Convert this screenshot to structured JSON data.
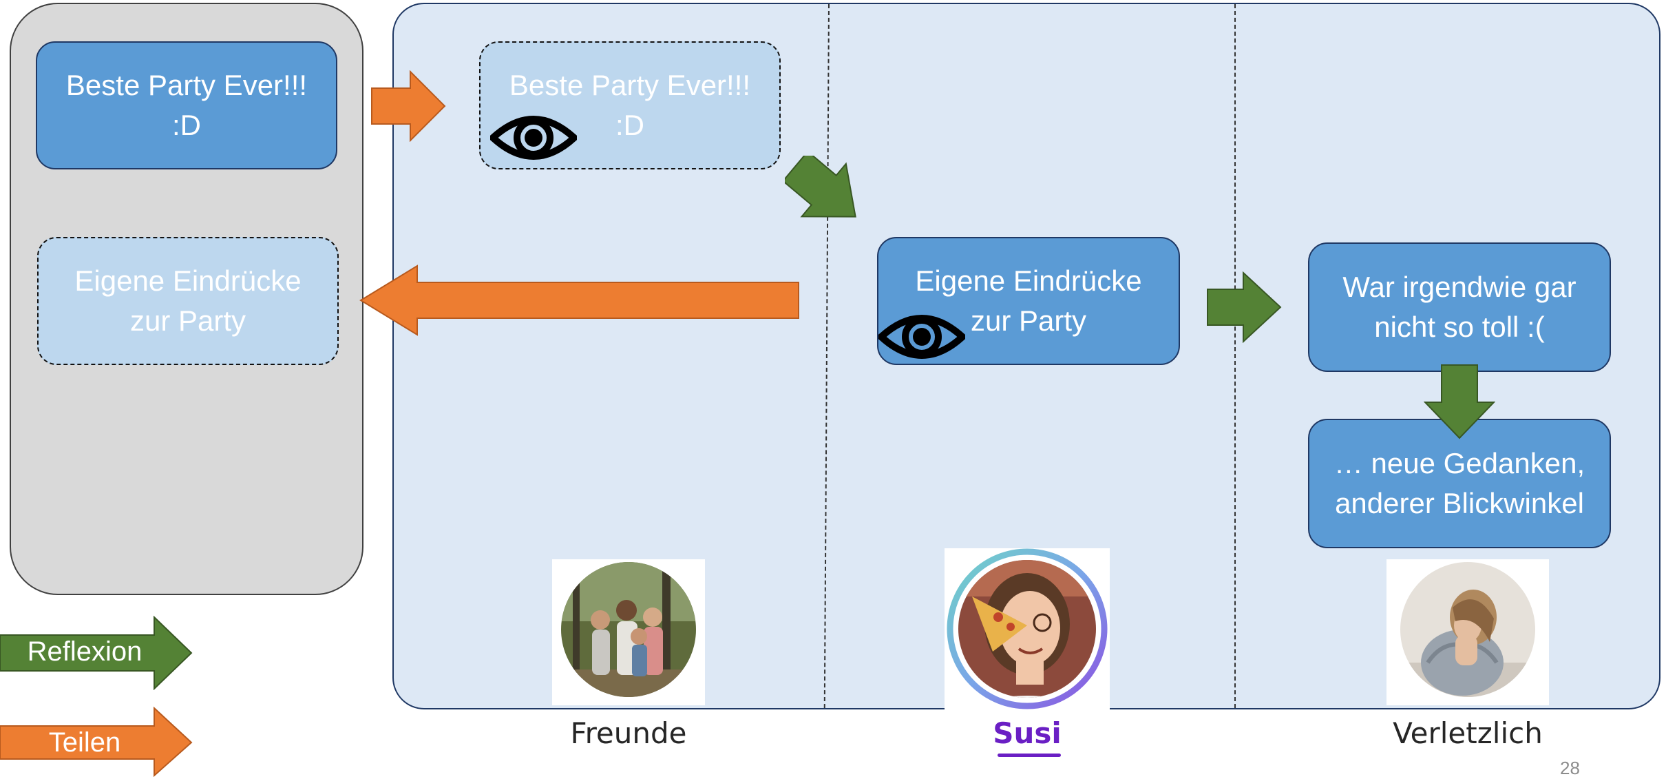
{
  "colors": {
    "reflexion_arrow": "#548235",
    "teilen_arrow": "#ed7d31",
    "box_fill": "#5b9bd5",
    "ghost_fill": "#bdd7ee",
    "board_fill": "#dde8f5",
    "phone_fill": "#d9d9d9"
  },
  "phone": {
    "post_box": "Beste Party Ever!!!\n:D",
    "own_impressions_box": "Eigene Eindrücke\nzur Party"
  },
  "board": {
    "seen_post_box": "Beste Party Ever!!!\n:D",
    "susi_impressions_box": "Eigene Eindrücke\nzur Party",
    "thought_box": "War irgendwie gar\nnicht so toll :(",
    "new_thoughts_box": "… neue Gedanken,\nanderer Blickwinkel"
  },
  "personas": [
    {
      "caption": "Freunde",
      "icon": "group-of-friends-photo"
    },
    {
      "caption": "Susi",
      "icon": "susi-profile-photo"
    },
    {
      "caption": "Verletzlich",
      "icon": "vulnerable-person-photo"
    }
  ],
  "legend": {
    "reflexion": "Reflexion",
    "teilen": "Teilen"
  },
  "page_number": "28"
}
